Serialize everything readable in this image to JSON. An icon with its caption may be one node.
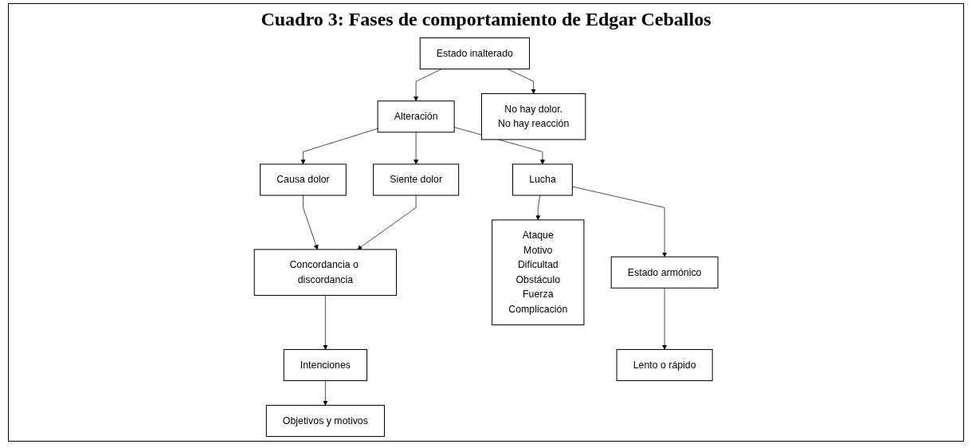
{
  "diagram": {
    "title": "Cuadro 3: Fases de comportamiento de Edgar Ceballos",
    "nodes": [
      {
        "text": [
          "Estado inalterado"
        ]
      },
      {
        "text": [
          "Alteración"
        ]
      },
      {
        "text": [
          "Lucha"
        ]
      },
      {
        "text": [
          "Estado armónico"
        ]
      },
      {
        "text": [
          "No hay dolor.",
          "No hay reacción"
        ]
      },
      {
        "text": [
          "Causa dolor"
        ]
      },
      {
        "text": [
          "Siente dolor"
        ]
      },
      {
        "text": [
          "Concordancia o discordancia"
        ]
      },
      {
        "text": [
          "Intenciones"
        ]
      },
      {
        "text": [
          "Objetivos y motivos"
        ]
      },
      {
        "text": [
          "Ataque",
          "Motivo",
          "Dificultad",
          "Obstáculo",
          "Fuerza",
          "Complicación"
        ]
      },
      {
        "text": [
          "Lento o rápido"
        ]
      }
    ],
    "edges": [
      {
        "from": 0,
        "to": 1,
        "arrow": "to"
      },
      {
        "from": 1,
        "to": 2,
        "arrow": "to"
      },
      {
        "from": 2,
        "to": 3,
        "arrow": "to"
      },
      {
        "from": 0,
        "to": 4,
        "arrow": "to"
      },
      {
        "from": 1,
        "to": 5,
        "arrow": "to"
      },
      {
        "from": 1,
        "to": 6,
        "arrow": "to"
      },
      {
        "from": 5,
        "to": 7,
        "arrow": "to"
      },
      {
        "from": 6,
        "to": 7,
        "arrow": "to"
      },
      {
        "from": 7,
        "to": 8,
        "arrow": "to"
      },
      {
        "from": 8,
        "to": 9,
        "arrow": "to"
      },
      {
        "from": 2,
        "to": 10,
        "arrow": "to"
      },
      {
        "from": 3,
        "to": 11,
        "arrow": "to"
      }
    ]
  }
}
